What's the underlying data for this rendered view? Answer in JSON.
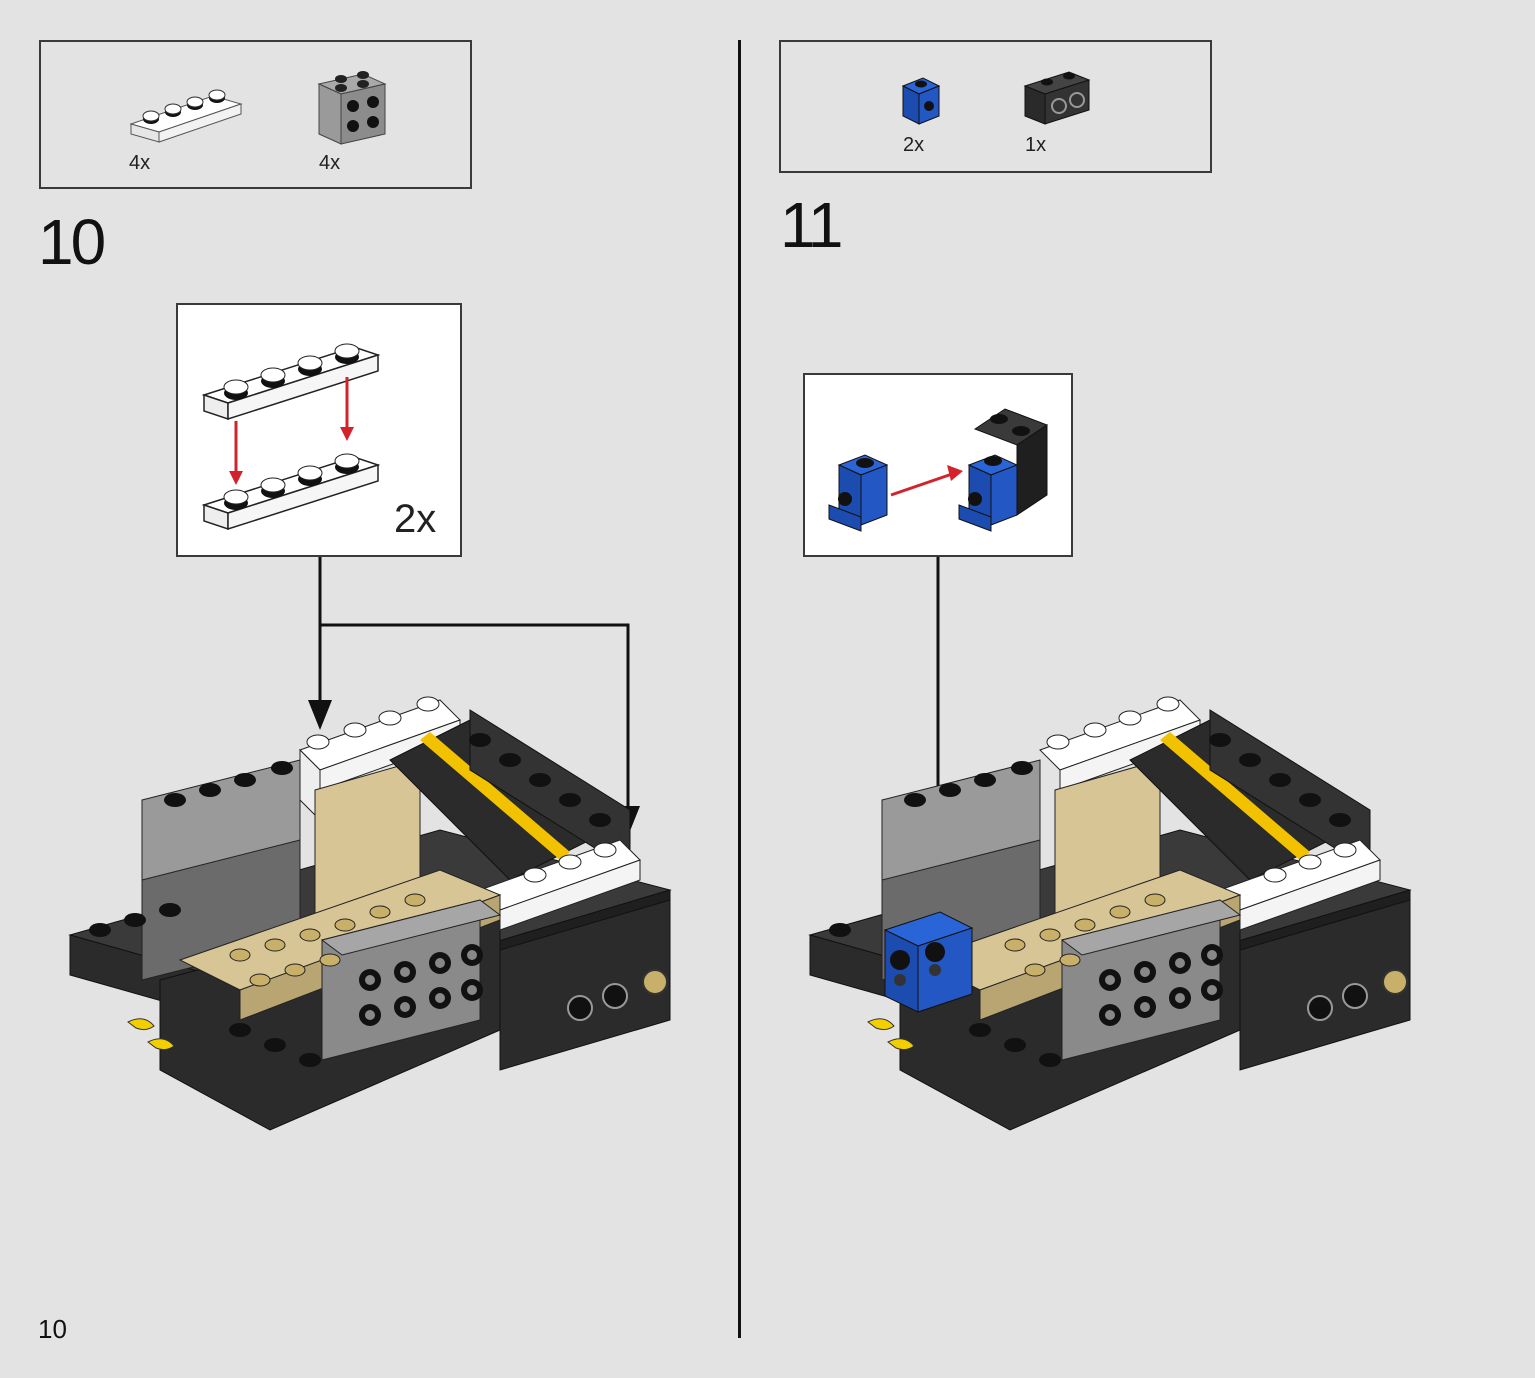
{
  "page_number": "10",
  "steps": [
    {
      "number": "10",
      "parts": [
        {
          "qty": "4x",
          "icon": "white-1x4-plate-icon"
        },
        {
          "qty": "4x",
          "icon": "grey-2x2-brick-with-studs-icon"
        }
      ],
      "callout_multiplier": "2x"
    },
    {
      "number": "11",
      "parts": [
        {
          "qty": "2x",
          "icon": "blue-bracket-brick-icon"
        },
        {
          "qty": "1x",
          "icon": "black-1x2-brick-with-studs-icon"
        }
      ]
    }
  ],
  "colors": {
    "background": "#e3e3e3",
    "brick_black": "#2b2b2b",
    "brick_grey": "#8f8f8f",
    "brick_tan": "#d8c596",
    "brick_white": "#f8f8f8",
    "brick_blue": "#1f55c8",
    "accent_yellow": "#f2c200",
    "arrow_red": "#d2232a"
  }
}
